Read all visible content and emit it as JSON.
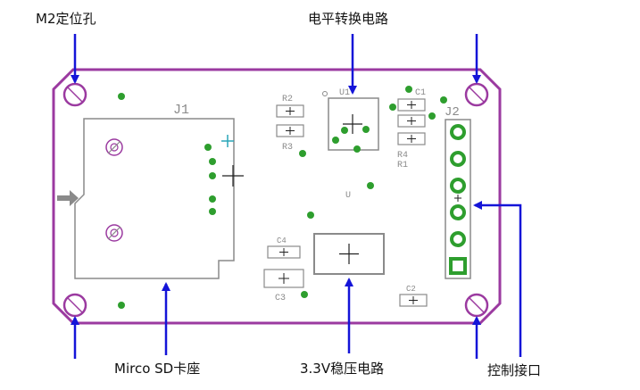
{
  "labels": {
    "m2_hole": "M2定位孔",
    "level_shift": "电平转换电路",
    "sd_slot": "Mirco SD卡座",
    "regulator": "3.3V稳压电路",
    "control_port": "控制接口"
  },
  "silkscreen": {
    "j1": "J1",
    "j2": "J2",
    "r2": "R2",
    "r3": "R3",
    "r4": "R4",
    "r1": "R1",
    "u1": "U1",
    "c1": "C1",
    "c2": "C2",
    "c3": "C3",
    "c4": "C4",
    "u": "U"
  },
  "colors": {
    "board_outline": "#9b3aa0",
    "pad_green": "#2e9e2e",
    "silk_gray": "#8a8a8a",
    "arrow_blue": "#1414d8",
    "cross_cyan": "#2aa6b8"
  }
}
